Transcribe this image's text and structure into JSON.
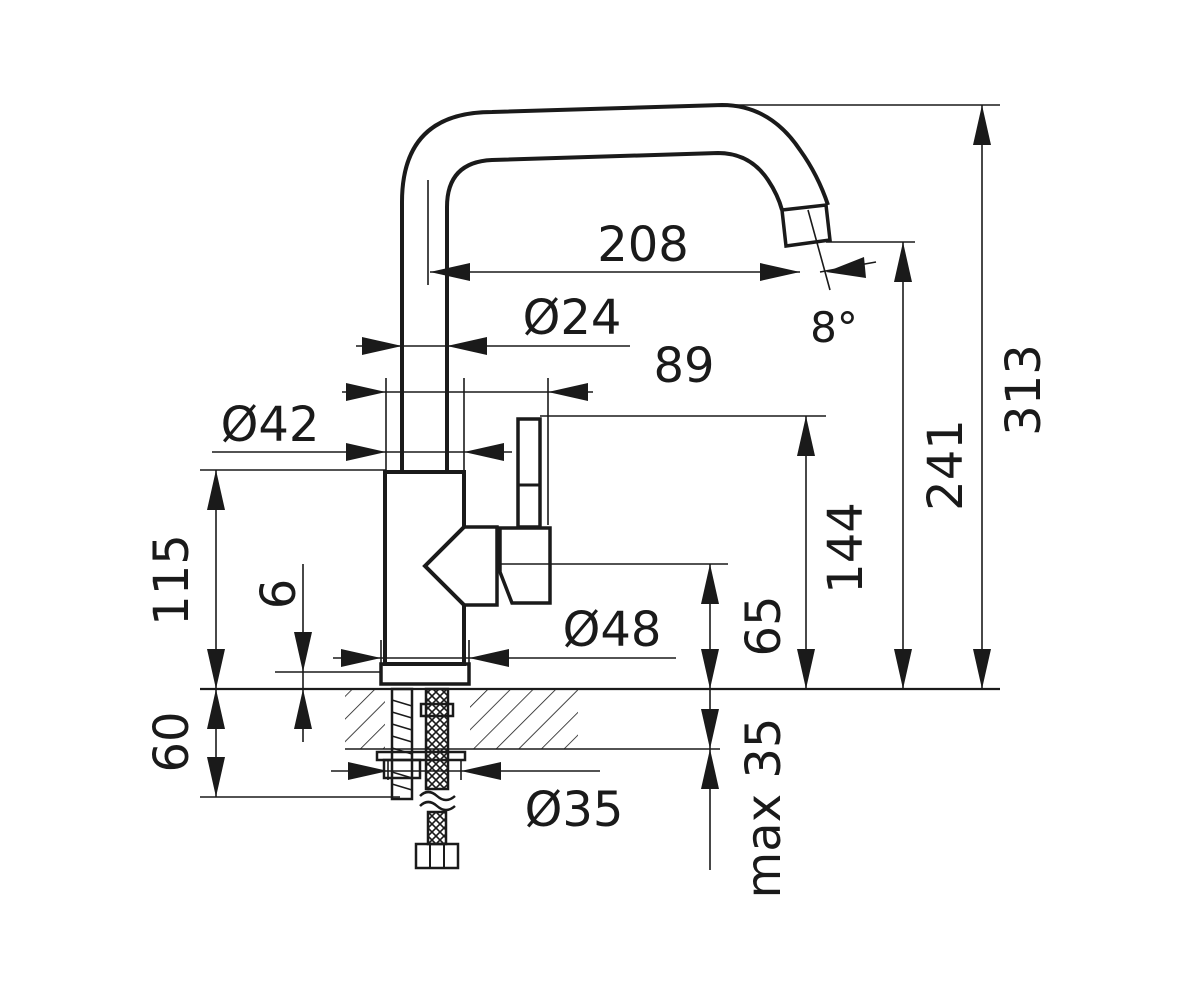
{
  "dimensions": {
    "spout_reach": "208",
    "spout_angle": "8°",
    "spout_tube_diameter": "Ø24",
    "handle_reach": "89",
    "upper_body_diameter": "Ø42",
    "total_height": "313",
    "outlet_height": "241",
    "handle_height": "144",
    "body_height": "115",
    "handle_pivot_height": "65",
    "base_ring_height": "6",
    "base_diameter": "Ø48",
    "shank_length": "60",
    "counter_thickness": "max 35",
    "mounting_hole_diameter": "Ø35"
  },
  "colors": {
    "line": "#1a1a1a",
    "background": "#ffffff"
  }
}
